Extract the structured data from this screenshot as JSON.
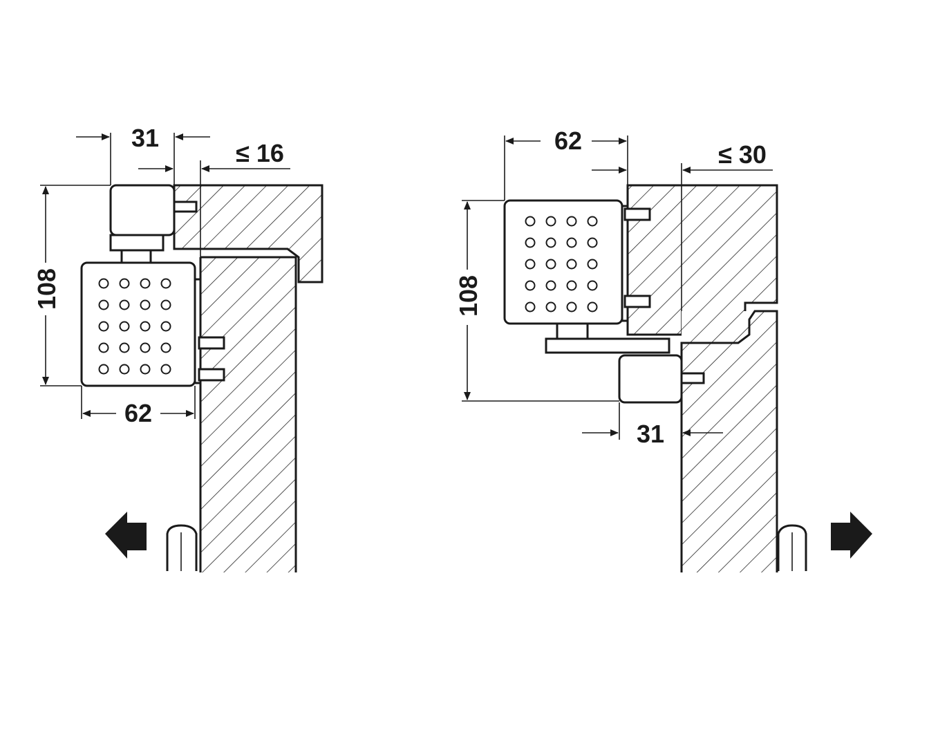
{
  "left": {
    "dim_top_width": "31",
    "dim_gap": "≤ 16",
    "dim_height": "108",
    "dim_body_width": "62",
    "direction_icon": "arrow-left-icon"
  },
  "right": {
    "dim_body_width": "62",
    "dim_gap": "≤ 30",
    "dim_height": "108",
    "dim_bottom_width": "31",
    "direction_icon": "arrow-right-icon"
  },
  "colors": {
    "line": "#1a1a1a",
    "background": "#ffffff"
  }
}
